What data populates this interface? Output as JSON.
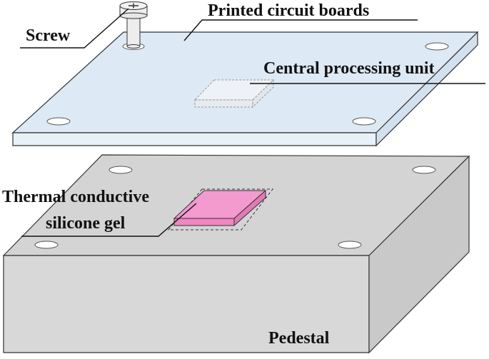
{
  "labels": {
    "screw": "Screw",
    "pcb": "Printed circuit boards",
    "cpu": "Central processing unit",
    "gel_line1": "Thermal conductive",
    "gel_line2": "silicone gel",
    "pedestal": "Pedestal"
  },
  "colors": {
    "pcb_top": "#dde9f5",
    "pcb_side": "#e8f0f8",
    "pedestal_top": "#d4d4d4",
    "pedestal_front": "#d8d8d8",
    "pedestal_side": "#c9c9c9",
    "gel": "#f39ad0",
    "screw": "#ececec",
    "outline": "#333333"
  }
}
